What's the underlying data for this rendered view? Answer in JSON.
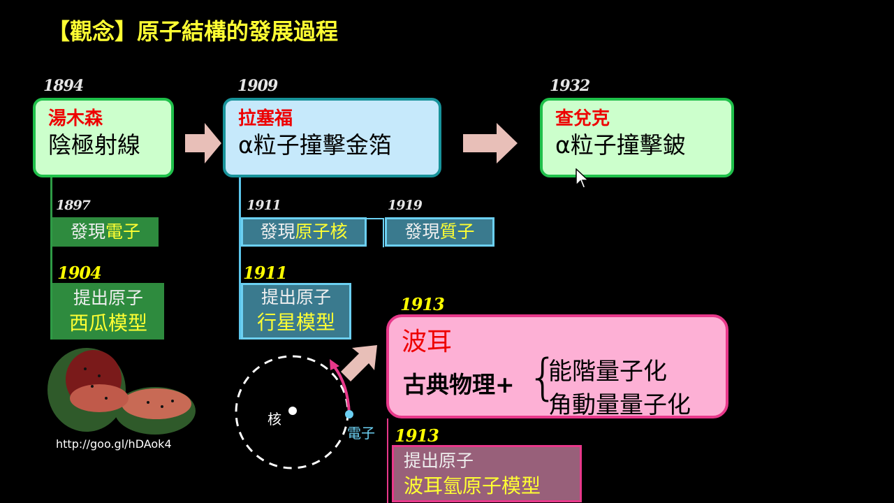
{
  "title": "【觀念】原子結構的發展過程",
  "thomson": {
    "year": "1894",
    "name": "湯木森",
    "text": "陰極射線"
  },
  "rutherford": {
    "year": "1909",
    "name": "拉塞福",
    "text": "α粒子撞擊金箔"
  },
  "chadwick": {
    "year": "1932",
    "name": "查兌克",
    "text": "α粒子撞擊鈹"
  },
  "electron": {
    "year": "1897",
    "prefix": "發現",
    "highlight": "電子"
  },
  "watermelon": {
    "year": "1904",
    "line1": "提出原子",
    "line2": "西瓜模型"
  },
  "nucleus": {
    "year": "1911",
    "prefix": "發現",
    "highlight": "原子核"
  },
  "proton": {
    "year": "1919",
    "prefix": "發現",
    "highlight": "質子"
  },
  "planetary": {
    "year": "1911",
    "line1": "提出原子",
    "line2": "行星模型"
  },
  "image_url": "http://goo.gl/hDAok4",
  "orbit": {
    "nucleus_label": "核",
    "electron_label": "電子"
  },
  "bohr": {
    "year": "1913",
    "name": "波耳",
    "base": "古典物理+",
    "item1": "能階量子化",
    "item2": "角動量量子化"
  },
  "bohr_model": {
    "year": "1913",
    "line1": "提出原子",
    "line2": "波耳氫原子模型"
  }
}
